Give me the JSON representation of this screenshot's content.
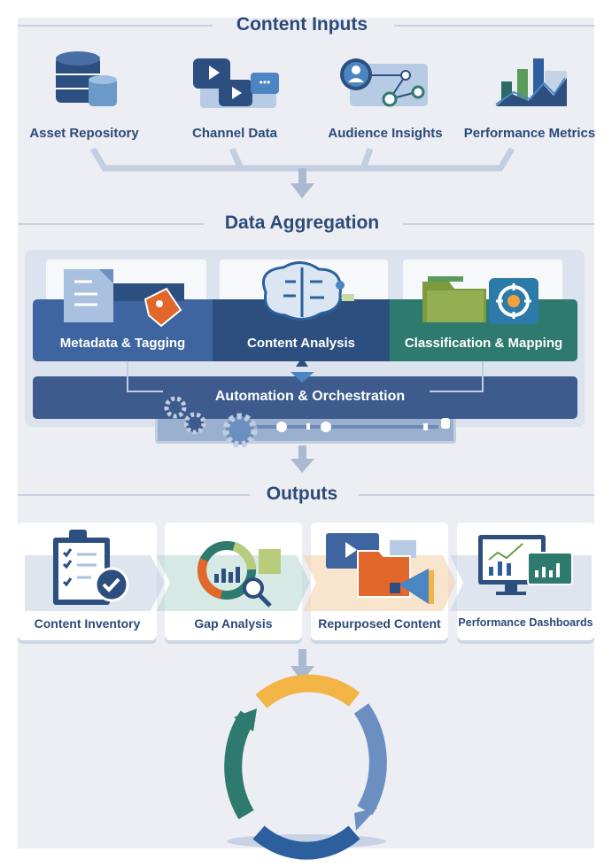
{
  "sections": {
    "inputs": {
      "title": "Content Inputs",
      "items": [
        {
          "label": "Asset Repository",
          "icon": "database-icon"
        },
        {
          "label": "Channel Data",
          "icon": "video-chat-icon"
        },
        {
          "label": "Audience Insights",
          "icon": "user-network-icon"
        },
        {
          "label": "Performance Metrics",
          "icon": "bar-chart-icon"
        }
      ]
    },
    "aggregation": {
      "title": "Data Aggregation",
      "items": [
        {
          "label": "Metadata & Tagging",
          "icon": "document-tag-icon"
        },
        {
          "label": "Content Analysis",
          "icon": "brain-circuit-icon"
        },
        {
          "label": "Classification & Mapping",
          "icon": "folder-target-icon"
        }
      ],
      "automation": "Automation & Orchestration"
    },
    "outputs": {
      "title": "Outputs",
      "items": [
        {
          "label": "Content Inventory",
          "icon": "clipboard-check-icon"
        },
        {
          "label": "Gap Analysis",
          "icon": "donut-magnifier-icon"
        },
        {
          "label": "Repurposed Content",
          "icon": "folder-megaphone-icon"
        },
        {
          "label": "Performance Dashboards",
          "icon": "monitor-chart-icon"
        }
      ]
    }
  },
  "colors": {
    "navy": "#2b4a78",
    "blue": "#3f65a0",
    "dark_blue": "#2c4f80",
    "teal": "#2e7a6e",
    "orange": "#e2672a",
    "green": "#6a9a4a",
    "yellow": "#f2b445",
    "background": "#eceef4"
  }
}
